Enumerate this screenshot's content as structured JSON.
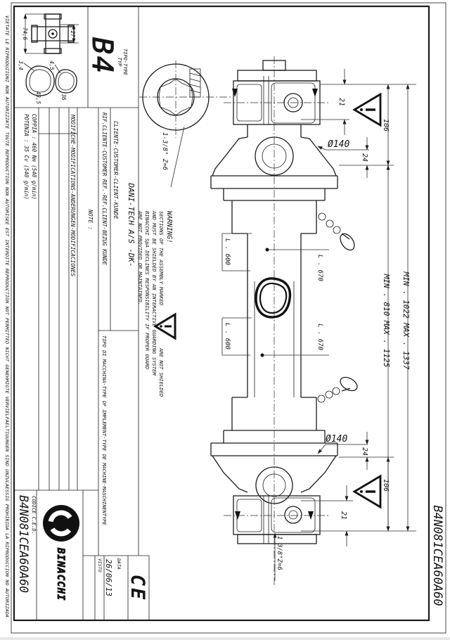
{
  "sheet": {
    "margin_notice": "VIETATE LE RIPRODUZIONI NON AUTORIZZATE      TOUTE REPRODUCTION NON AUTORISEE EST INTERDITE      REPRODUCTION NOT PERMITTED      NICHT GENEHMIGTE VERVIELFAELTIGUNGEN SIND UNZULAESSIG      PROHIBIDA LA RIPRODUCCION NO AUTORIZADA",
    "edge_code": "B4N081CEA60A60"
  },
  "title_block": {
    "type_label": "TIPO-TYPE",
    "type_label_2": "TYP",
    "type_value": "B4",
    "cross_width": "74,6",
    "cross_pin": "27",
    "profile_outer_thickness": "3,4",
    "profile_outer_size": "43,5",
    "profile_inner_thickness": "4,5",
    "profile_inner_size": "36",
    "cliente_label": "CLIENTE-CUSTOMER-CLIENT-KUNDE",
    "cliente_value": "DANI-TECH A/S  -DK-",
    "rif_label": "RIF.CLIENTE-CUSTOMER REF.-REF.CLIENT-BEZUG KUNDE",
    "machine_label": "TIPO DI MACCHINA-TYPE OF IMPLEMENT-TYPE DE MACHINE-MASCHINENTYPE",
    "mods_label": "MODIFICHE-MODIFICATIONS-ANDERUNGEN-MODIFICACIONES",
    "potenza": "POTENZA : 35 Cv (540 g/min)",
    "coppia": "COPPIA : 460 Nm (540 g/min)",
    "note_label": "NOTE :",
    "codice_label": "CODICE C.E.D.",
    "codice_value": "B4N081CEA60A60",
    "brand": "BINACCHI",
    "data_label": "DATA",
    "data_value": "26/06/13",
    "visto_label": "VISTO",
    "ce_mark": "CE"
  },
  "warning": {
    "title": "WARNING!",
    "line1a": "SECTIONS OF THE ASSEMBLY MARKED",
    "line1b": "ARE NOT SHIELDED",
    "line2": "AND MUST BE SHIELDED BY AN INTERACTIVE GUARDING SYSTEM",
    "line3": "BINACCHI SpA DECLINES RESPONSIBILITY IF PROPER GUARD",
    "line4": "ARE NOT PROVIDED OR MAINTAINED."
  },
  "dims": {
    "spline_top": "1-3/8\" Z=6",
    "spline_bottom": "1 3/8\"Z=6",
    "d21_top": "21",
    "d106_top": "106",
    "d24_top": "24",
    "dia140_top": "Ø140",
    "min_outer": "MIN . 1022   MAX . 1337",
    "min_inner": "MIN . 810   MAX . 1125",
    "l600_1": "L . 600",
    "l600_2": "L . 600",
    "l670_1": "L . 670",
    "l670_2": "L . 670",
    "dia140_bottom": "Ø140",
    "d24_bottom": "24",
    "d106_bottom": "106",
    "d21_bottom": "21"
  }
}
